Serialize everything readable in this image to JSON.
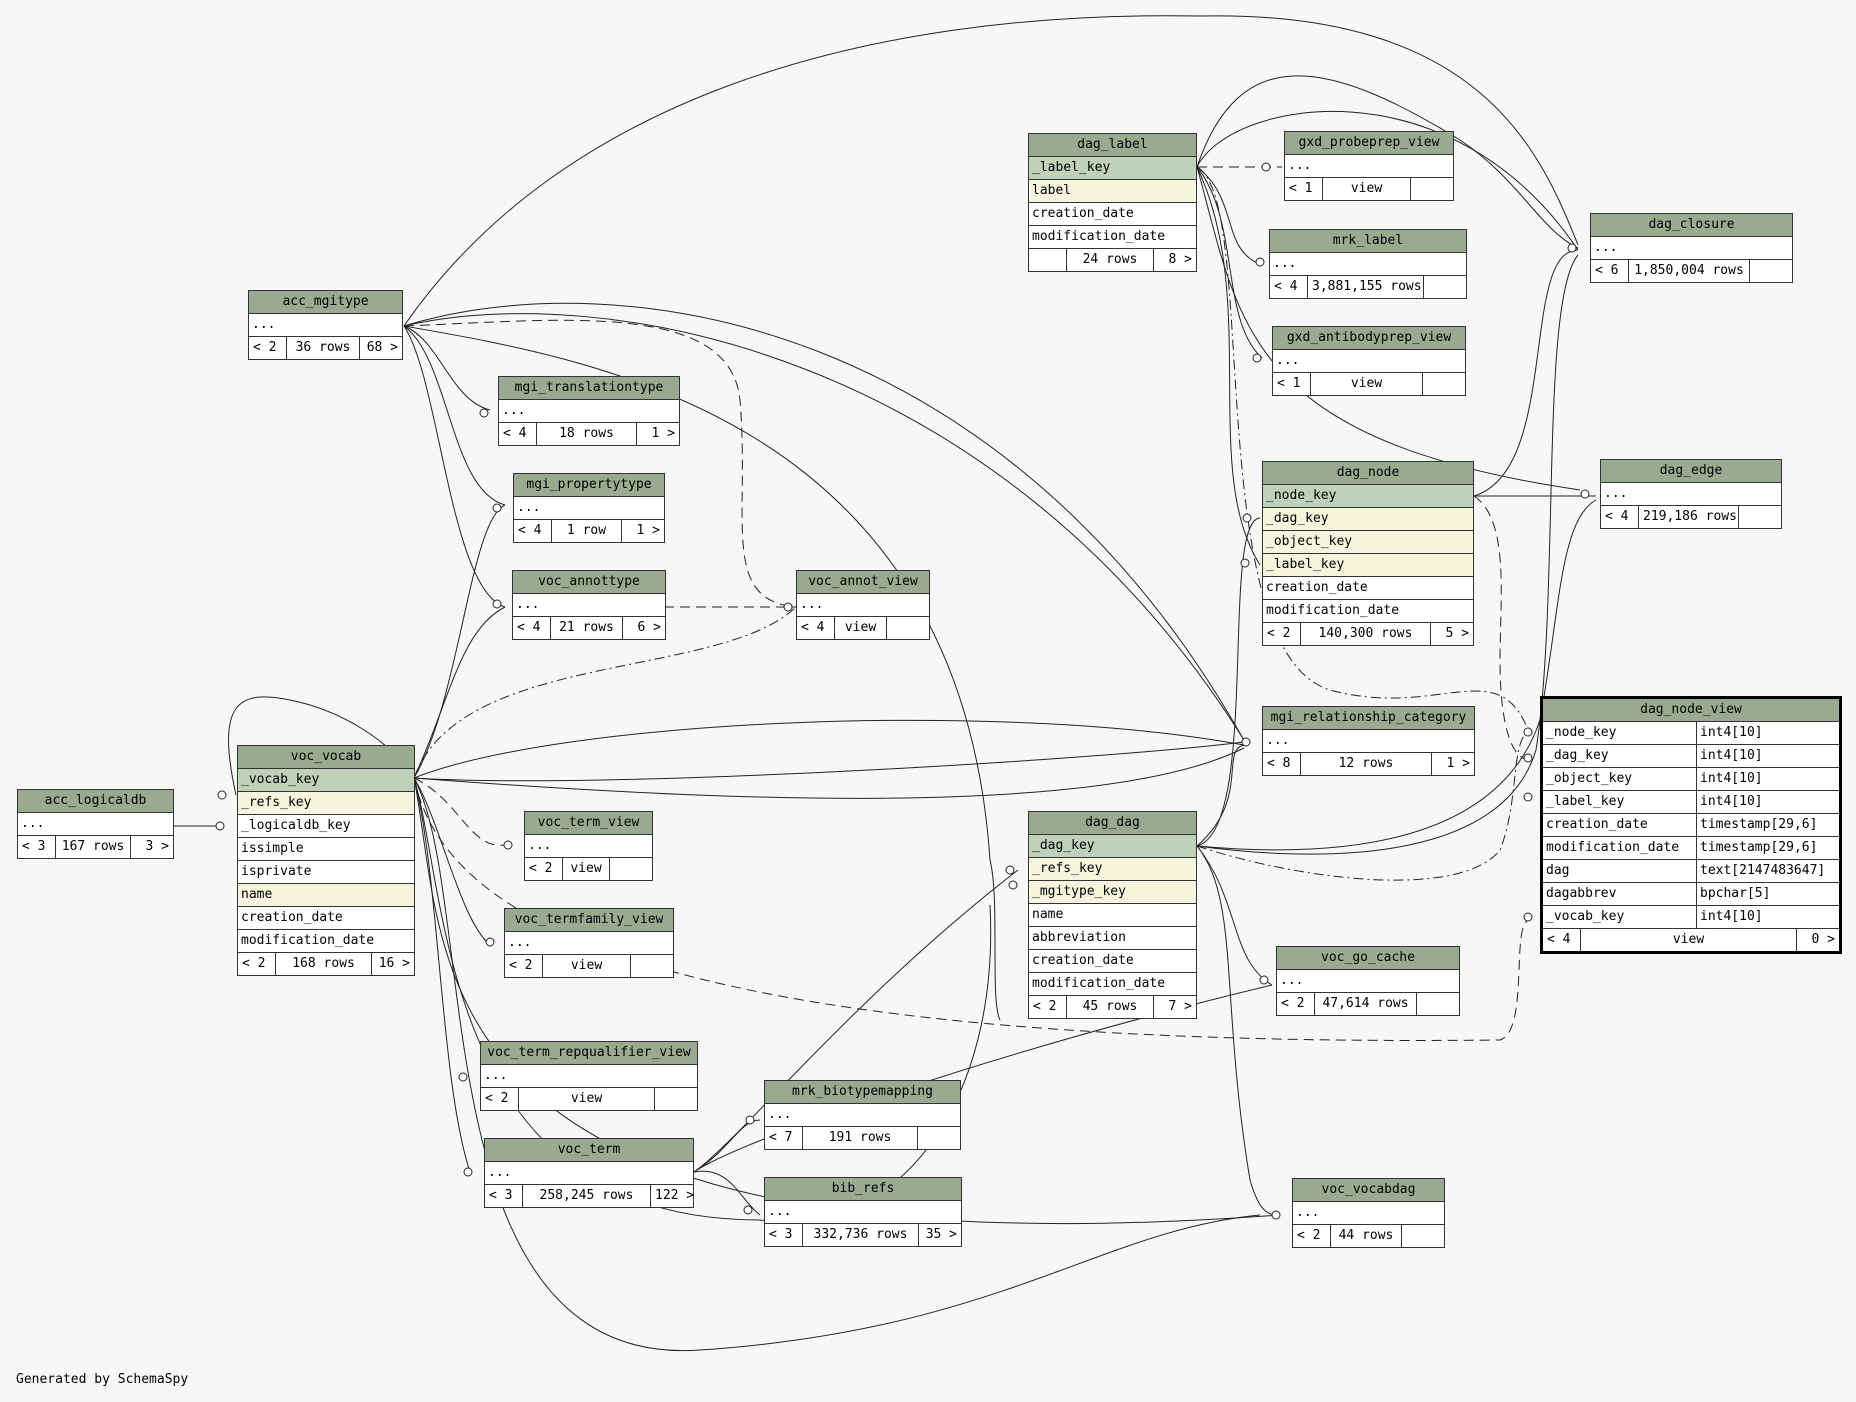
{
  "footer": "Generated by SchemaSpy",
  "tables": {
    "acc_mgitype": {
      "title": "acc_mgitype",
      "rows": [
        "..."
      ],
      "foot": [
        "< 2",
        "36 rows",
        "68 >"
      ]
    },
    "mgi_translationtype": {
      "title": "mgi_translationtype",
      "rows": [
        "..."
      ],
      "foot": [
        "< 4",
        "18 rows",
        "1 >"
      ]
    },
    "mgi_propertytype": {
      "title": "mgi_propertytype",
      "rows": [
        "..."
      ],
      "foot": [
        "< 4",
        "1 row",
        "1 >"
      ]
    },
    "voc_annottype": {
      "title": "voc_annottype",
      "rows": [
        "..."
      ],
      "foot": [
        "< 4",
        "21 rows",
        "6 >"
      ]
    },
    "voc_annot_view": {
      "title": "voc_annot_view",
      "rows": [
        "..."
      ],
      "foot": [
        "< 4",
        "view",
        ""
      ]
    },
    "acc_logicaldb": {
      "title": "acc_logicaldb",
      "rows": [
        "..."
      ],
      "foot": [
        "< 3",
        "167 rows",
        "3 >"
      ]
    },
    "voc_vocab": {
      "title": "voc_vocab",
      "rows": [
        "_vocab_key",
        "_refs_key",
        "_logicaldb_key",
        "issimple",
        "isprivate",
        "name",
        "creation_date",
        "modification_date"
      ],
      "foot": [
        "< 2",
        "168 rows",
        "16 >"
      ]
    },
    "voc_term_view": {
      "title": "voc_term_view",
      "rows": [
        "..."
      ],
      "foot": [
        "< 2",
        "view",
        ""
      ]
    },
    "voc_termfamily_view": {
      "title": "voc_termfamily_view",
      "rows": [
        "..."
      ],
      "foot": [
        "< 2",
        "view",
        ""
      ]
    },
    "voc_term_repqualifier_view": {
      "title": "voc_term_repqualifier_view",
      "rows": [
        "..."
      ],
      "foot": [
        "< 2",
        "view",
        ""
      ]
    },
    "voc_term": {
      "title": "voc_term",
      "rows": [
        "..."
      ],
      "foot": [
        "< 3",
        "258,245 rows",
        "122 >"
      ]
    },
    "mrk_biotypemapping": {
      "title": "mrk_biotypemapping",
      "rows": [
        "..."
      ],
      "foot": [
        "< 7",
        "191 rows",
        ""
      ]
    },
    "bib_refs": {
      "title": "bib_refs",
      "rows": [
        "..."
      ],
      "foot": [
        "< 3",
        "332,736 rows",
        "35 >"
      ]
    },
    "dag_label": {
      "title": "dag_label",
      "rows": [
        "_label_key",
        "label",
        "creation_date",
        "modification_date"
      ],
      "foot": [
        "",
        "24 rows",
        "8 >"
      ]
    },
    "gxd_probeprep_view": {
      "title": "gxd_probeprep_view",
      "rows": [
        "..."
      ],
      "foot": [
        "< 1",
        "view",
        ""
      ]
    },
    "mrk_label": {
      "title": "mrk_label",
      "rows": [
        "..."
      ],
      "foot": [
        "< 4",
        "3,881,155 rows",
        ""
      ]
    },
    "gxd_antibodyprep_view": {
      "title": "gxd_antibodyprep_view",
      "rows": [
        "..."
      ],
      "foot": [
        "< 1",
        "view",
        ""
      ]
    },
    "dag_closure": {
      "title": "dag_closure",
      "rows": [
        "..."
      ],
      "foot": [
        "< 6",
        "1,850,004 rows",
        ""
      ]
    },
    "dag_node": {
      "title": "dag_node",
      "rows": [
        "_node_key",
        "_dag_key",
        "_object_key",
        "_label_key",
        "creation_date",
        "modification_date"
      ],
      "foot": [
        "< 2",
        "140,300 rows",
        "5 >"
      ]
    },
    "dag_edge": {
      "title": "dag_edge",
      "rows": [
        "..."
      ],
      "foot": [
        "< 4",
        "219,186 rows",
        ""
      ]
    },
    "mgi_relationship_category": {
      "title": "mgi_relationship_category",
      "rows": [
        "..."
      ],
      "foot": [
        "< 8",
        "12 rows",
        "1 >"
      ]
    },
    "dag_dag": {
      "title": "dag_dag",
      "rows": [
        "_dag_key",
        "_refs_key",
        "_mgitype_key",
        "name",
        "abbreviation",
        "creation_date",
        "modification_date"
      ],
      "foot": [
        "< 2",
        "45 rows",
        "7 >"
      ]
    },
    "voc_go_cache": {
      "title": "voc_go_cache",
      "rows": [
        "..."
      ],
      "foot": [
        "< 2",
        "47,614 rows",
        ""
      ]
    },
    "voc_vocabdag": {
      "title": "voc_vocabdag",
      "rows": [
        "..."
      ],
      "foot": [
        "< 2",
        "44 rows",
        ""
      ]
    },
    "dag_node_view": {
      "title": "dag_node_view",
      "rows": [
        [
          "_node_key",
          "int4[10]"
        ],
        [
          "_dag_key",
          "int4[10]"
        ],
        [
          "_object_key",
          "int4[10]"
        ],
        [
          "_label_key",
          "int4[10]"
        ],
        [
          "creation_date",
          "timestamp[29,6]"
        ],
        [
          "modification_date",
          "timestamp[29,6]"
        ],
        [
          "dag",
          "text[2147483647]"
        ],
        [
          "dagabbrev",
          "bpchar[5]"
        ],
        [
          "_vocab_key",
          "int4[10]"
        ]
      ],
      "foot": [
        "< 4",
        "view",
        "0 >"
      ]
    }
  },
  "colors": {
    "header": "#9aaa90",
    "primary_key": "#bfd1b8",
    "foreign_key": "#f4f5dc",
    "background": "#f7f7f7"
  }
}
